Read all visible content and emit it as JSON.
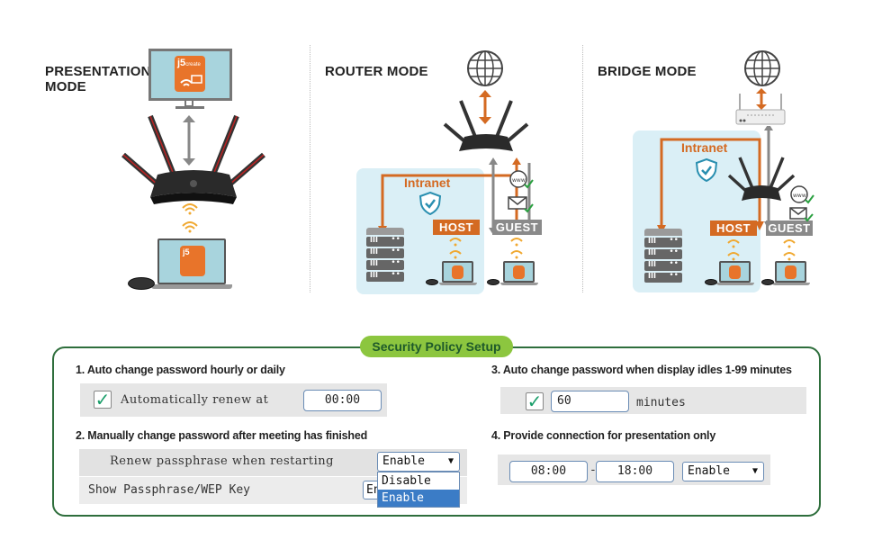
{
  "modes": {
    "presentation": {
      "title_line1": "PRESENTATION",
      "title_line2": "MODE",
      "icons": [
        "monitor-icon",
        "router-icon",
        "wifi-signal-icon",
        "laptop-icon",
        "button-puck-icon"
      ]
    },
    "router": {
      "title": "ROUTER MODE",
      "intranet_label": "Intranet",
      "host_label": "HOST",
      "guest_label": "GUEST",
      "icons": [
        "globe-icon",
        "router-icon",
        "shield-check-icon",
        "server-rack-icon",
        "web-check-icon",
        "mail-check-icon",
        "laptop-icon"
      ]
    },
    "bridge": {
      "title": "BRIDGE MODE",
      "intranet_label": "Intranet",
      "host_label": "HOST",
      "guest_label": "GUEST",
      "icons": [
        "globe-icon",
        "modem-icon",
        "router-icon",
        "shield-check-icon",
        "server-rack-icon",
        "web-check-icon",
        "mail-check-icon",
        "laptop-icon"
      ]
    },
    "brand_logo": {
      "name": "j5",
      "suffix": "create"
    }
  },
  "colors": {
    "accent_orange": "#d46a22",
    "guest_gray": "#8a8a8a",
    "intranet_bg": "#daeff6",
    "policy_border": "#2e6e3c",
    "policy_tab": "#8cc63f",
    "check_green": "#1a9e6a",
    "selected_option": "#3b7cc6"
  },
  "policy": {
    "title": "Security Policy Setup",
    "section1": {
      "title": "1. Auto change password hourly or daily",
      "checkbox_checked": true,
      "label": "Automatically renew at",
      "time_value": "00:00"
    },
    "section2": {
      "title": "2. Manually change password after meeting has finished",
      "row1_label": "Renew passphrase when restarting",
      "row1_select_value": "Enable",
      "row2_label": "Show Passphrase/WEP Key",
      "row2_select_partial": "En",
      "dropdown_options": [
        "Disable",
        "Enable"
      ],
      "dropdown_selected": "Enable"
    },
    "section3": {
      "title": "3. Auto change password when display idles 1-99 minutes",
      "checkbox_checked": true,
      "minutes_value": "60",
      "unit_label": "minutes"
    },
    "section4": {
      "title": "4. Provide connection for presentation only",
      "start_time": "08:00",
      "separator": "-",
      "end_time": "18:00",
      "select_value": "Enable"
    }
  }
}
